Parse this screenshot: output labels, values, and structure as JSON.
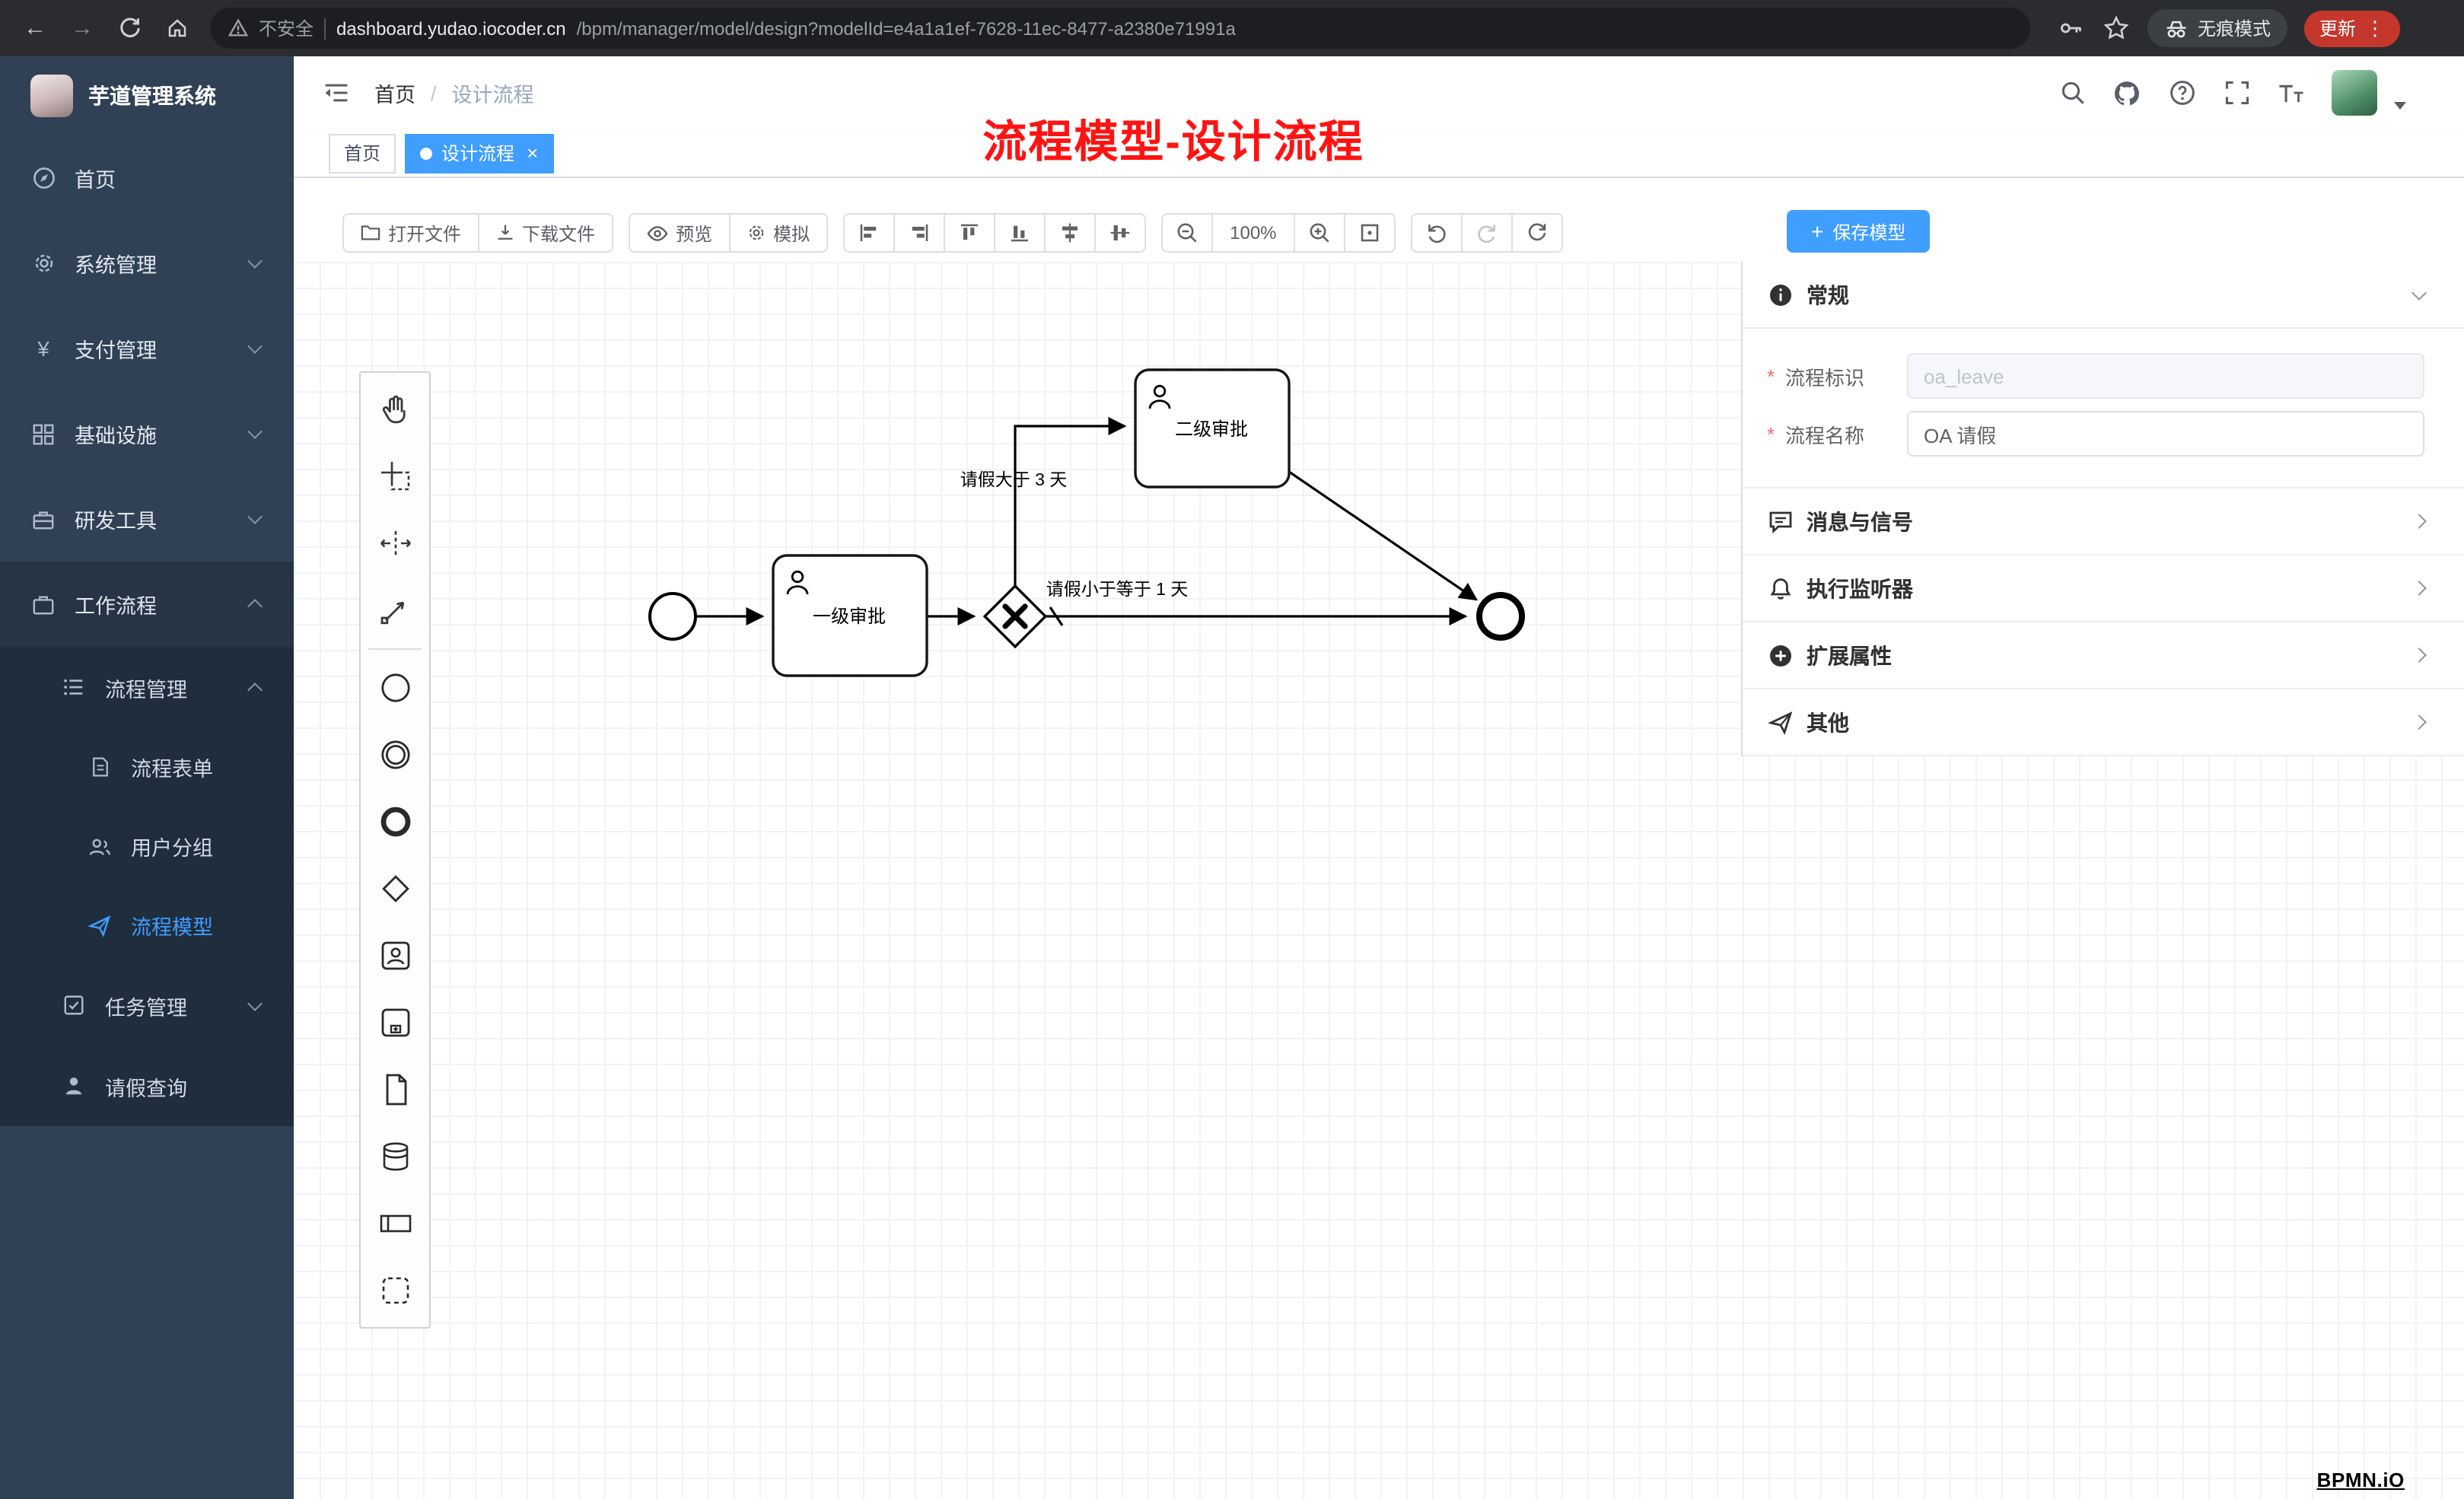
{
  "browser": {
    "security_label": "不安全",
    "url_host": "dashboard.yudao.iocoder.cn",
    "url_path": "/bpm/manager/model/design?modelId=e4a1a1ef-7628-11ec-8477-a2380e71991a",
    "incognito_label": "无痕模式",
    "update_label": "更新"
  },
  "sidebar": {
    "app_title": "芋道管理系统",
    "menu": {
      "home": "首页",
      "system": "系统管理",
      "payment": "支付管理",
      "infra": "基础设施",
      "devtools": "研发工具",
      "workflow": "工作流程",
      "process_mgmt": "流程管理",
      "process_form": "流程表单",
      "user_group": "用户分组",
      "process_model": "流程模型",
      "task_mgmt": "任务管理",
      "leave_query": "请假查询"
    }
  },
  "header": {
    "breadcrumb_home": "首页",
    "breadcrumb_sep": "/",
    "breadcrumb_current": "设计流程",
    "annotation": "流程模型-设计流程"
  },
  "tabs": {
    "home": "首页",
    "design": "设计流程"
  },
  "toolbar": {
    "open_file": "打开文件",
    "download_file": "下载文件",
    "preview": "预览",
    "simulate": "模拟",
    "zoom_level": "100%",
    "save_model": "保存模型"
  },
  "diagram": {
    "task_level1": "一级审批",
    "task_level2": "二级审批",
    "flow_gt_3days": "请假大于 3 天",
    "flow_le_1day": "请假小于等于 1 天"
  },
  "panel": {
    "section_general": "常规",
    "field_key_label": "流程标识",
    "field_key_value": "oa_leave",
    "field_name_label": "流程名称",
    "field_name_value": "OA 请假",
    "section_message_signal": "消息与信号",
    "section_execution_listener": "执行监听器",
    "section_extended_attrs": "扩展属性",
    "section_other": "其他"
  },
  "canvas": {
    "watermark": "BPMN.iO"
  },
  "colors": {
    "accent_blue": "#409eff",
    "sidebar_bg": "#304156",
    "sidebar_submenu_bg": "#1f2d3d",
    "annotation_red": "#fe1313",
    "update_pill_red": "#c5372c"
  }
}
